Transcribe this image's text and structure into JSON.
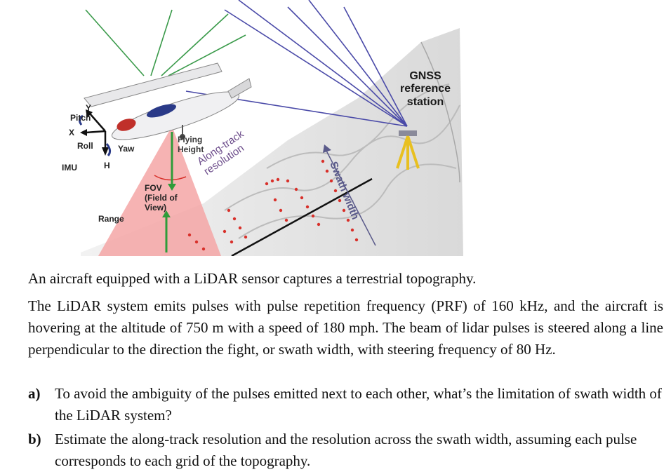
{
  "diagram": {
    "labels": {
      "pitch": "Pitch",
      "y": "Y",
      "x": "X",
      "roll": "Roll",
      "yaw": "Yaw",
      "imu": "IMU",
      "h": "H",
      "range": "Range",
      "fov_line1": "FOV",
      "fov_line2": "(Field of",
      "fov_line3": "View)",
      "flying_height_line1": "Flying",
      "flying_height_line2": "Height",
      "along_track_line1": "Along-track",
      "along_track_line2": "resolution",
      "swath_width": "Swath width",
      "gnss_line1": "GNSS",
      "gnss_line2": "reference",
      "gnss_line3": "station"
    },
    "colors": {
      "fov_cone": "#f4a6a6",
      "flying_height_line": "#2e9c3a",
      "satellite_lines_green": "#3a9a4a",
      "satellite_lines_blue": "#4a4aa8",
      "dots": "#d8302a",
      "along_track_line": "#111111",
      "gnss_station": "#e8c020"
    }
  },
  "text": {
    "intro": "An aircraft equipped with a LiDAR sensor captures a terrestrial topography.",
    "paragraph": "The LiDAR system emits pulses with pulse repetition frequency (PRF) of 160 kHz, and the aircraft is hovering at the altitude of 750 m with a speed of 180 mph. The beam of lidar pulses is steered along a line perpendicular to the direction the fight, or swath width, with steering frequency of 80 Hz.",
    "questions": [
      {
        "label": "a)",
        "text": "To avoid the ambiguity of the pulses emitted next to each other, what’s the limitation of swath width of the LiDAR system?"
      },
      {
        "label": "b)",
        "text": "Estimate the along-track resolution and the resolution across the swath width, assuming each pulse corresponds to each grid of the topography."
      }
    ]
  }
}
